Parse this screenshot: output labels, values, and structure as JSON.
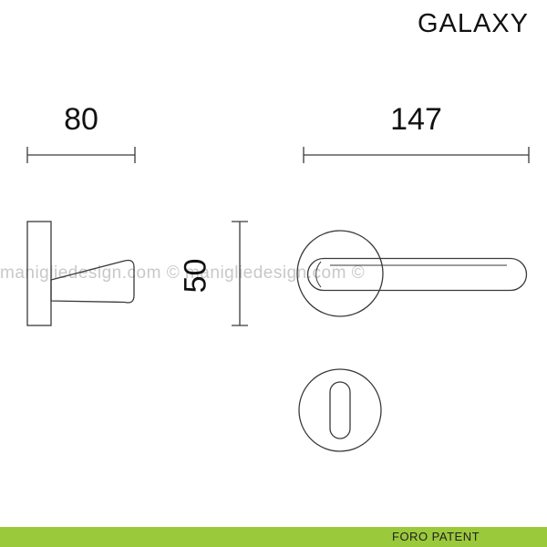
{
  "title": "GALAXY",
  "dims": {
    "width_side": "80",
    "length_front": "147",
    "height_rose": "50"
  },
  "watermark": {
    "text": "manigliedesign.com © manigliedesign.com ©"
  },
  "footer": {
    "label": "FORO PATENT"
  },
  "colors": {
    "accent_green": "#9bc93c",
    "line": "#3a3a3a",
    "watermark_gray": "#c8c8c8"
  }
}
